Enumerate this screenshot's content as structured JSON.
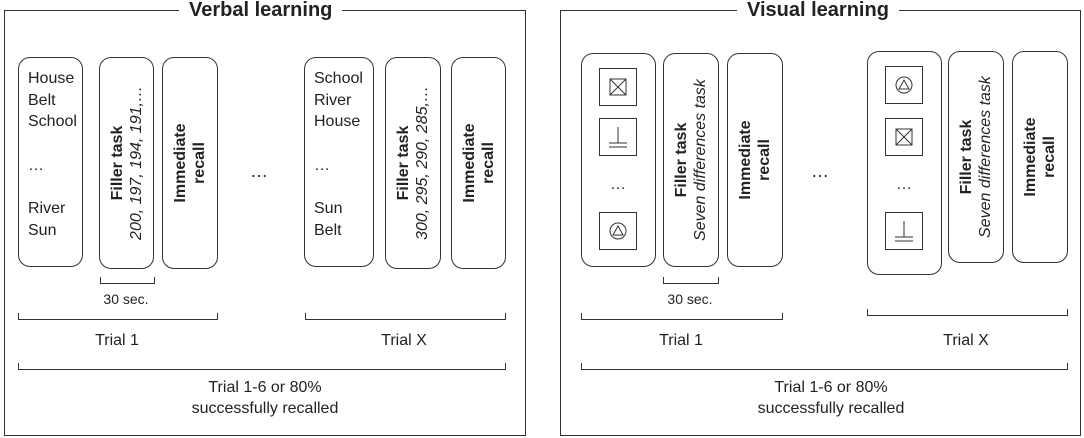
{
  "panels": {
    "verbal": {
      "title": "Verbal learning",
      "trial1_words": [
        "House",
        "Belt",
        "School",
        "…",
        "River",
        "Sun"
      ],
      "trialX_words": [
        "School",
        "River",
        "House",
        "…",
        "Sun",
        "Belt"
      ],
      "filler_title": "Filler task",
      "trial1_filler_sequence": "200, 197, 194, 191,…",
      "trialX_filler_sequence": "300, 295, 290, 285,…",
      "recall_line1": "Immediate",
      "recall_line2": "recall",
      "ellipsis": "…",
      "filler_duration": "30 sec.",
      "trial1_label": "Trial 1",
      "trialX_label": "Trial X",
      "outcome_line1": "Trial 1-6 or 80%",
      "outcome_line2": "successfully recalled"
    },
    "visual": {
      "title": "Visual learning",
      "trial1_symbols": [
        "crossed-square-icon",
        "perpendicular-icon",
        "circled-triangle-icon"
      ],
      "trialX_symbols": [
        "circled-triangle-icon",
        "crossed-square-icon",
        "perpendicular-icon"
      ],
      "vertical_ellipsis": "…",
      "filler_title": "Filler task",
      "filler_task_name": "Seven differences task",
      "recall_line1": "Immediate",
      "recall_line2": "recall",
      "ellipsis": "…",
      "filler_duration": "30 sec.",
      "trial1_label": "Trial 1",
      "trialX_label": "Trial X",
      "outcome_line1": "Trial 1-6 or 80%",
      "outcome_line2": "successfully recalled"
    }
  }
}
